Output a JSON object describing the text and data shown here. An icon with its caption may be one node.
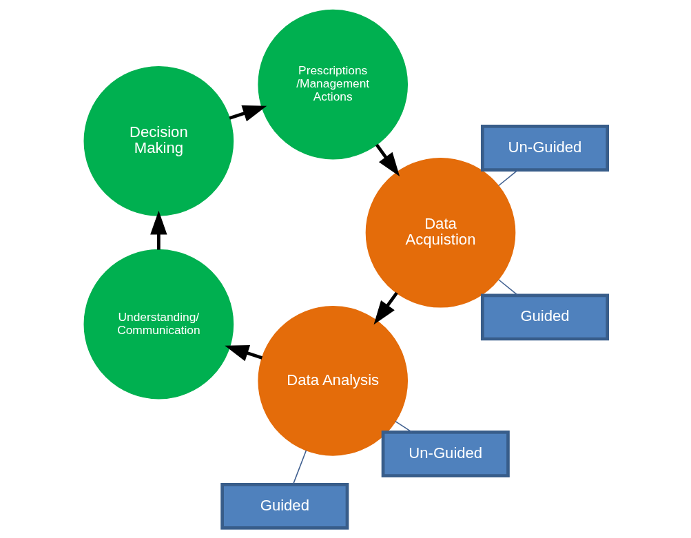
{
  "diagram": {
    "nodes": [
      {
        "text": [
          "Data Analysis"
        ]
      },
      {
        "text": [
          "Understanding/ Communication"
        ]
      },
      {
        "text": [
          "Decision Making"
        ]
      },
      {
        "text": [
          "Prescriptions /Management Actions"
        ]
      },
      {
        "text": [
          "Data Acquistion"
        ]
      },
      {
        "text": [
          "Guided"
        ]
      },
      {
        "text": [
          "Un-Guided"
        ]
      },
      {
        "text": [
          "Guided"
        ]
      },
      {
        "text": [
          "Un-Guided"
        ]
      }
    ],
    "edges": [
      {
        "from": 0,
        "to": 1,
        "arrow": "to"
      },
      {
        "from": 1,
        "to": 2,
        "arrow": "to"
      },
      {
        "from": 2,
        "to": 3,
        "arrow": "to"
      },
      {
        "from": 3,
        "to": 4,
        "arrow": "to"
      },
      {
        "from": 4,
        "to": 0,
        "arrow": "to"
      },
      {
        "from": 5,
        "to": 0,
        "arrow": "none",
        "color": "#3f5f8f"
      },
      {
        "from": 6,
        "to": 0,
        "arrow": "none",
        "color": "#3f5f8f"
      },
      {
        "from": 7,
        "to": 4,
        "arrow": "none",
        "color": "#3f5f8f"
      },
      {
        "from": 8,
        "to": 4,
        "arrow": "none",
        "color": "#3f5f8f"
      }
    ]
  }
}
